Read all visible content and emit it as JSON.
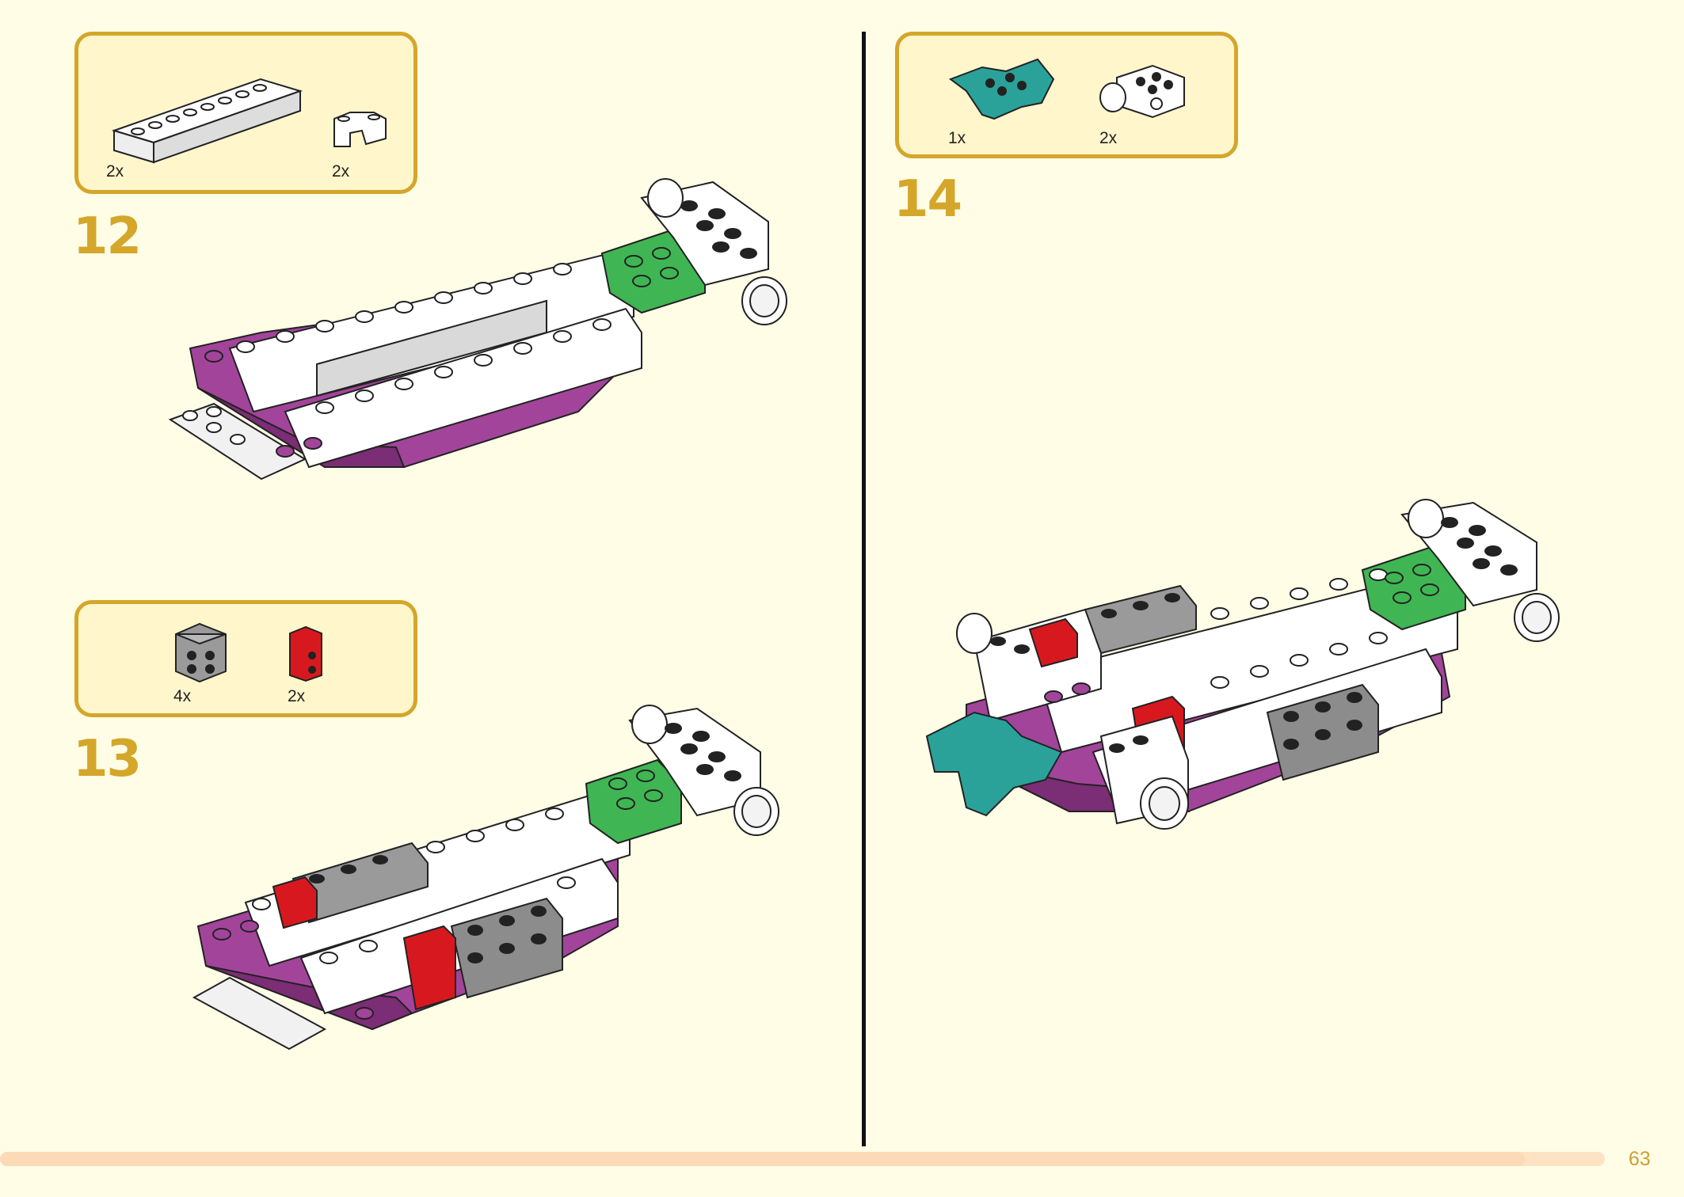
{
  "steps": [
    {
      "number": "12",
      "parts": [
        {
          "name": "white-1x8-brick",
          "qty": "2x"
        },
        {
          "name": "white-corner-brick",
          "qty": "2x"
        }
      ]
    },
    {
      "number": "13",
      "parts": [
        {
          "name": "grey-2x2-brick",
          "qty": "4x"
        },
        {
          "name": "red-1x2-brick",
          "qty": "2x"
        }
      ]
    },
    {
      "number": "14",
      "parts": [
        {
          "name": "teal-wing-plate",
          "qty": "1x"
        },
        {
          "name": "white-pin-brick",
          "qty": "2x"
        }
      ]
    }
  ],
  "page_number": "63",
  "progress": 0.95,
  "colors": {
    "background": "#fffde6",
    "box_fill": "#fff6cc",
    "accent": "#d4a62a",
    "purple": "#a3449b",
    "green": "#3fb653",
    "teal": "#2aa29a",
    "red": "#d7191f",
    "grey": "#9a9a9a"
  }
}
